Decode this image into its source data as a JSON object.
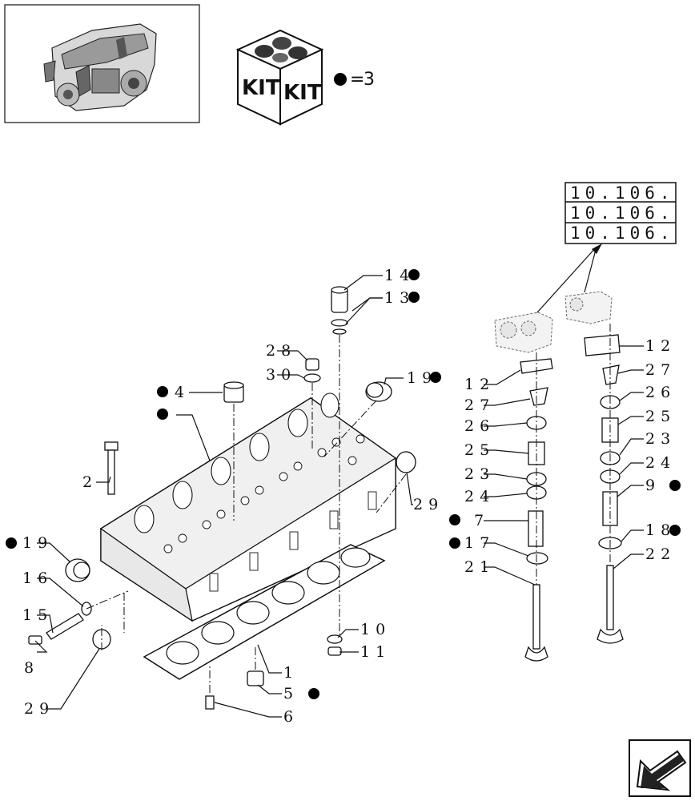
{
  "kit_box": {
    "text_left": "KIT",
    "text_right": "KIT",
    "legend_value": "3"
  },
  "ref_table": {
    "rows": [
      "10.106.",
      "10.106.",
      "10.106."
    ]
  },
  "callouts": [
    {
      "id": "c14",
      "text": "14",
      "dot": true
    },
    {
      "id": "c13",
      "text": "13",
      "dot": true
    },
    {
      "id": "c28",
      "text": "28",
      "dot": false
    },
    {
      "id": "c30",
      "text": "30",
      "dot": false
    },
    {
      "id": "c19a",
      "text": "19",
      "dot": true
    },
    {
      "id": "c4",
      "text": "4",
      "dot": true
    },
    {
      "id": "c2",
      "text": "2",
      "dot": false
    },
    {
      "id": "c29a",
      "text": "29",
      "dot": false
    },
    {
      "id": "c19b",
      "text": "19",
      "dot": true
    },
    {
      "id": "c16",
      "text": "16",
      "dot": false
    },
    {
      "id": "c15",
      "text": "15",
      "dot": false
    },
    {
      "id": "c8",
      "text": "8",
      "dot": false
    },
    {
      "id": "c29b",
      "text": "29",
      "dot": false
    },
    {
      "id": "c10",
      "text": "10",
      "dot": false
    },
    {
      "id": "c11",
      "text": "11",
      "dot": false
    },
    {
      "id": "c1",
      "text": "1",
      "dot": false
    },
    {
      "id": "c5",
      "text": "5",
      "dot": true
    },
    {
      "id": "c6",
      "text": "6",
      "dot": false
    },
    {
      "id": "c12a",
      "text": "12",
      "dot": false
    },
    {
      "id": "c27a",
      "text": "27",
      "dot": false
    },
    {
      "id": "c26a",
      "text": "26",
      "dot": false
    },
    {
      "id": "c25a",
      "text": "25",
      "dot": false
    },
    {
      "id": "c23a",
      "text": "23",
      "dot": false
    },
    {
      "id": "c24a",
      "text": "24",
      "dot": false
    },
    {
      "id": "c7",
      "text": "7",
      "dot": true
    },
    {
      "id": "c17",
      "text": "17",
      "dot": true
    },
    {
      "id": "c21",
      "text": "21",
      "dot": false
    },
    {
      "id": "c12b",
      "text": "12",
      "dot": false
    },
    {
      "id": "c27b",
      "text": "27",
      "dot": false
    },
    {
      "id": "c26b",
      "text": "26",
      "dot": false
    },
    {
      "id": "c25b",
      "text": "25",
      "dot": false
    },
    {
      "id": "c23b",
      "text": "23",
      "dot": false
    },
    {
      "id": "c24b",
      "text": "24",
      "dot": false
    },
    {
      "id": "c9",
      "text": "9",
      "dot": true
    },
    {
      "id": "c18",
      "text": "18",
      "dot": true
    },
    {
      "id": "c22",
      "text": "22",
      "dot": false
    }
  ],
  "icons": {
    "engine_thumbnail": "engine-icon",
    "kit_box": "kit-box-icon",
    "nav_arrow": "arrow-bottom-left-icon"
  }
}
